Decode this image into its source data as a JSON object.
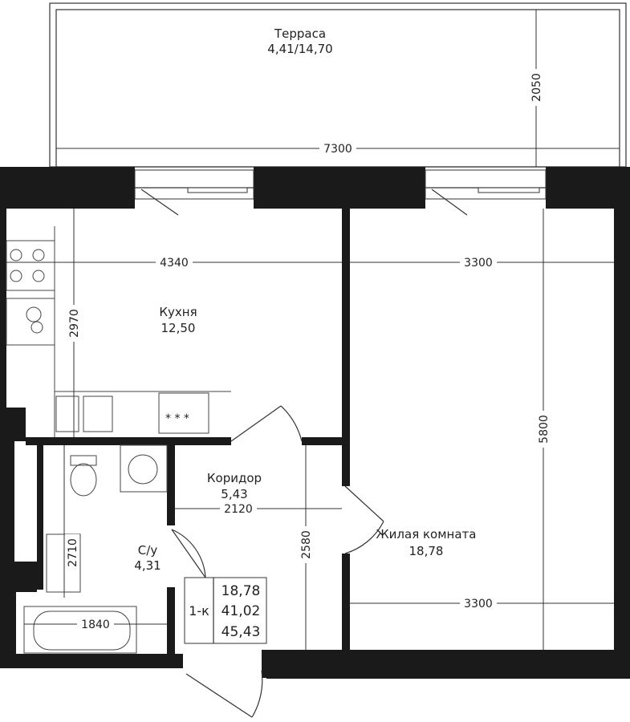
{
  "rooms": {
    "terrace": {
      "name": "Терраса",
      "area": "4,41/14,70"
    },
    "kitchen": {
      "name": "Кухня",
      "area": "12,50"
    },
    "corridor": {
      "name": "Коридор",
      "area": "5,43"
    },
    "living": {
      "name": "Жилая комната",
      "area": "18,78"
    },
    "bathroom": {
      "name": "С/у",
      "area": "4,31"
    }
  },
  "dimensions": {
    "terrace_width": "7300",
    "terrace_depth": "2050",
    "kitchen_width": "4340",
    "kitchen_depth": "2970",
    "living_width_top": "3300",
    "living_width_bottom": "3300",
    "living_depth": "5800",
    "corridor_width": "2120",
    "corridor_depth": "2580",
    "bath_depth": "2710",
    "bath_width": "1840"
  },
  "summary": {
    "type": "1-к",
    "living_area": "18,78",
    "usable_area": "41,02",
    "total_area": "45,43"
  }
}
